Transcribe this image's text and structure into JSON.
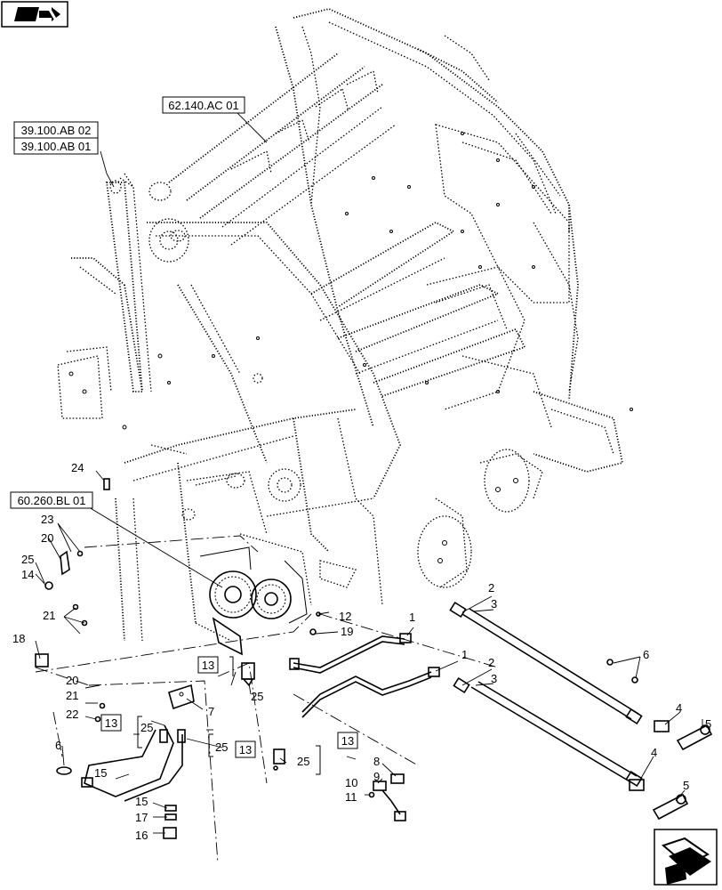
{
  "ref_boxes": [
    {
      "id": "ref-62-140-ac-01",
      "text": "62.140.AC 01"
    },
    {
      "id": "ref-39-100-ab-02",
      "text": "39.100.AB 02"
    },
    {
      "id": "ref-39-100-ab-01",
      "text": "39.100.AB 01"
    },
    {
      "id": "ref-60-260-bl-01",
      "text": "60.260.BL 01"
    }
  ],
  "callouts": {
    "c1a": "1",
    "c1b": "1",
    "c2a": "2",
    "c2b": "2",
    "c3a": "3",
    "c3b": "3",
    "c4a": "4",
    "c4b": "4",
    "c5a": "5",
    "c5b": "5",
    "c6a": "6",
    "c6b": "6",
    "c7": "7",
    "c8": "8",
    "c9": "9",
    "c10": "10",
    "c11": "11",
    "c12": "12",
    "c13a": "13",
    "c13b": "13",
    "c13c": "13",
    "c13d": "13",
    "c14": "14",
    "c15a": "15",
    "c15b": "15",
    "c16": "16",
    "c17": "17",
    "c18": "18",
    "c19": "19",
    "c20a": "20",
    "c20b": "20",
    "c21a": "21",
    "c21b": "21",
    "c22": "22",
    "c23": "23",
    "c24": "24",
    "c25a": "25",
    "c25b": "25",
    "c25c": "25",
    "c25d": "25",
    "c25e": "25"
  },
  "icons": {
    "top_left": "book-arrow-icon",
    "bottom_right": "next-page-arrow-icon"
  }
}
